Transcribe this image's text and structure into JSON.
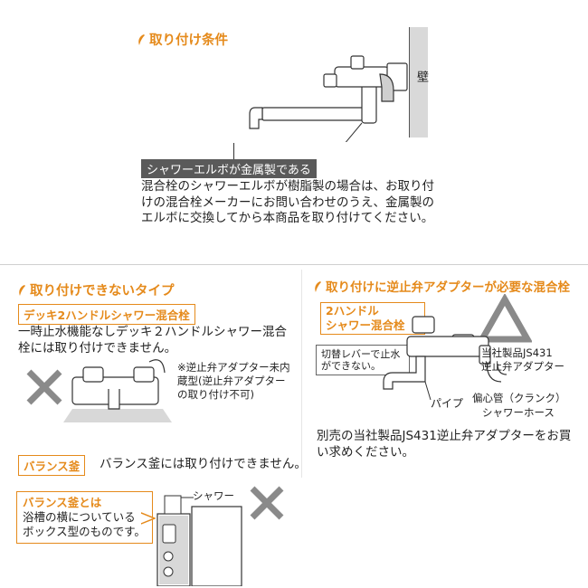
{
  "top": {
    "title": "取り付け条件",
    "wall_label": "壁",
    "condition_tag": "シャワーエルボが金属製である",
    "paragraph": "混合栓のシャワーエルボが樹脂製の場合は、お取り付けの混合栓メーカーにお問い合わせのうえ、金属製のエルボに交換してから本商品を取り付けてください。"
  },
  "left": {
    "title": "取り付けできないタイプ",
    "deck_tag": "デッキ2ハンドルシャワー混合栓",
    "deck_text": "一時止水機能なしデッキ２ハンドルシャワー混合栓には取り付けできません。",
    "deck_note": "※逆止弁アダプター未内蔵型(逆止弁アダプターの取り付け不可)",
    "balance_tag": "バランス釜",
    "balance_text": "バランス釜には取り付けできません。",
    "balance_callout_title": "バランス釜とは",
    "balance_callout_text": "浴槽の横についているボックス型のものです。",
    "shower_label": "シャワー"
  },
  "right": {
    "title": "取り付けに逆止弁アダプターが必要な混合栓",
    "tag_line1": "2ハンドル",
    "tag_line2": "シャワー混合栓",
    "note": "切替レバーで止水ができない。",
    "label_adapter": "当社製品JS431逆止弁アダプター",
    "label_adapter_l1": "当社製品JS431",
    "label_adapter_l2": "逆止弁アダプター",
    "label_pipe": "パイプ",
    "label_crank": "偏心管（クランク）",
    "label_hose": "シャワーホース",
    "bottom_text": "別売の当社製品JS431逆止弁アダプターをお買い求めください。"
  },
  "colors": {
    "accent": "#e58a1b",
    "gray_x": "#8a8a8a",
    "wall": "#d9d9d9"
  },
  "icons": [
    "leaf-icon",
    "cross-icon",
    "triangle-icon"
  ]
}
